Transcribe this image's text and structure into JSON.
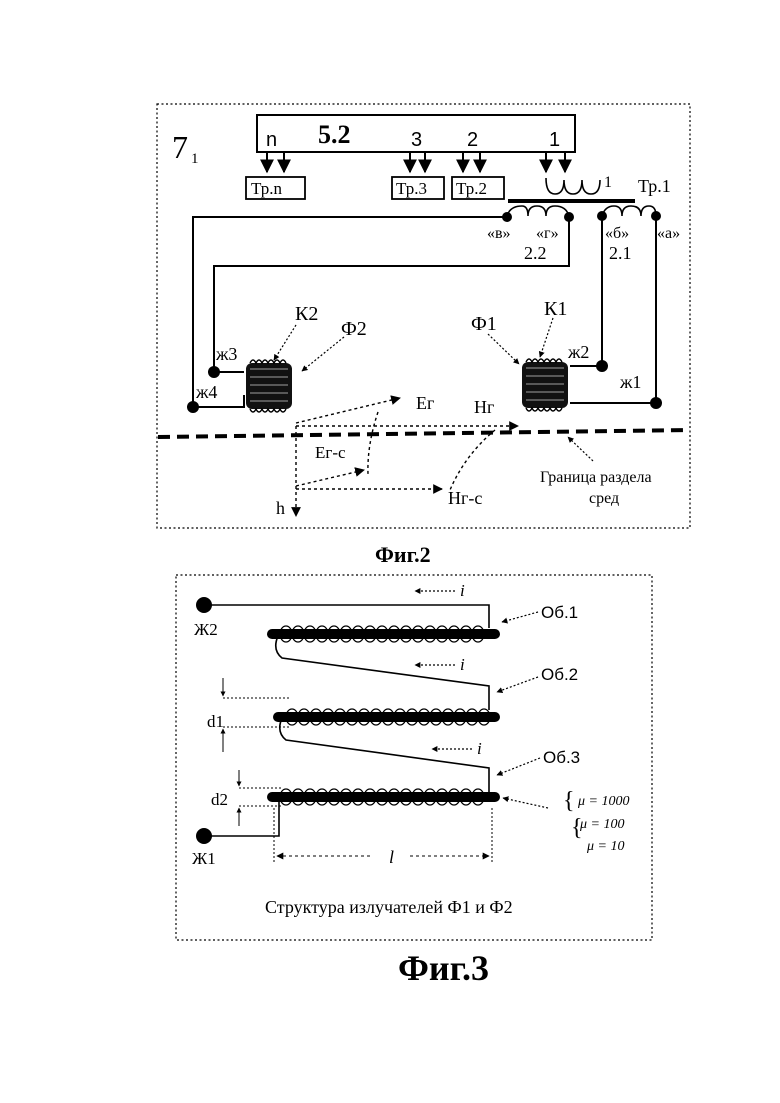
{
  "fig2": {
    "panel_label_main": "7",
    "panel_label_sub": "1",
    "block_id": "5.2",
    "outputs": [
      "n",
      "3",
      "2",
      "1"
    ],
    "transformers": [
      "Тр.n",
      "Тр.3",
      "Тр.2"
    ],
    "tr1_label": "Тр.1",
    "tr1_primary": "1",
    "terminals": [
      "«в»",
      "«г»",
      "«б»",
      "«а»"
    ],
    "coil_22": "2.2",
    "coil_21": "2.1",
    "k2": "К2",
    "k1": "К1",
    "f2": "Ф2",
    "f1": "Ф1",
    "zh3": "ж3",
    "zh4": "ж4",
    "zh2": "ж2",
    "zh1": "ж1",
    "eg": "Ег",
    "hg": "Нг",
    "eg_s": "Ег-с",
    "hg_s": "Нг-с",
    "h": "h",
    "boundary_line1": "Граница раздела",
    "boundary_line2": "сред",
    "caption": "Фиг.2"
  },
  "fig3": {
    "zh2": "Ж2",
    "zh1": "Ж1",
    "current": "i",
    "windings": [
      "Об.1",
      "Об.2",
      "Об.3"
    ],
    "d1": "d1",
    "d2": "d2",
    "length": "l",
    "mu_values": [
      "μ = 1000",
      "μ = 100",
      "μ = 10"
    ],
    "structure_caption": "Структура излучателей Ф1 и Ф2",
    "caption": "Фиг.3"
  }
}
